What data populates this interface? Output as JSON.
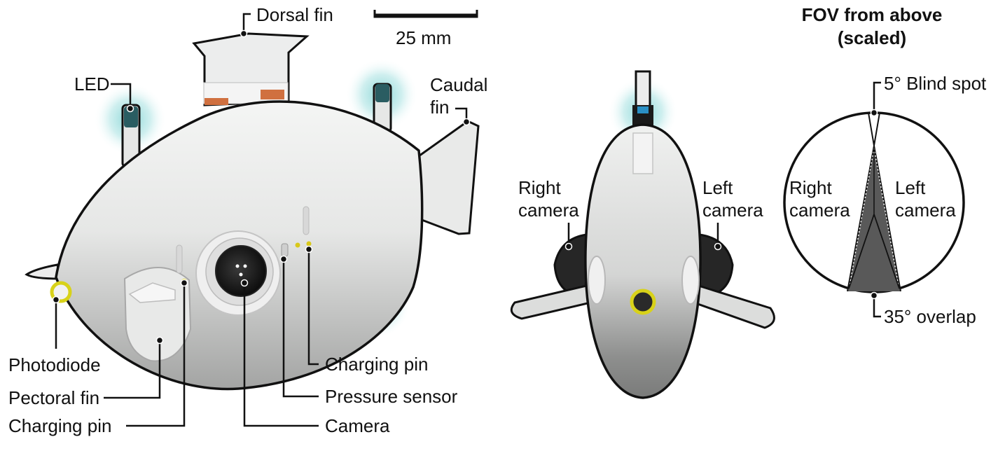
{
  "scale_bar": {
    "label": "25 mm"
  },
  "side_view": {
    "labels": {
      "dorsal_fin": "Dorsal fin",
      "led": "LED",
      "caudal_fin_line1": "Caudal",
      "caudal_fin_line2": "fin",
      "photodiode": "Photodiode",
      "pectoral_fin": "Pectoral fin",
      "charging_pin_left": "Charging pin",
      "camera": "Camera",
      "pressure_sensor": "Pressure sensor",
      "charging_pin_right": "Charging pin"
    }
  },
  "front_view": {
    "labels": {
      "right_camera_line1": "Right",
      "right_camera_line2": "camera",
      "left_camera_line1": "Left",
      "left_camera_line2": "camera"
    }
  },
  "fov": {
    "title_line1": "FOV from above",
    "title_line2": "(scaled)",
    "blind_spot": "5° Blind spot",
    "overlap": "35° overlap",
    "right_camera_line1": "Right",
    "right_camera_line2": "camera",
    "left_camera_line1": "Left",
    "left_camera_line2": "camera"
  },
  "colors": {
    "body": "#e4e5e4",
    "body_shadow": "#a6a7a6",
    "outline": "#111111",
    "led_glow": "#7fd3d3",
    "photodiode_ring": "#d8d21a",
    "copper": "#d07040",
    "overlap_fill": "#595959"
  }
}
